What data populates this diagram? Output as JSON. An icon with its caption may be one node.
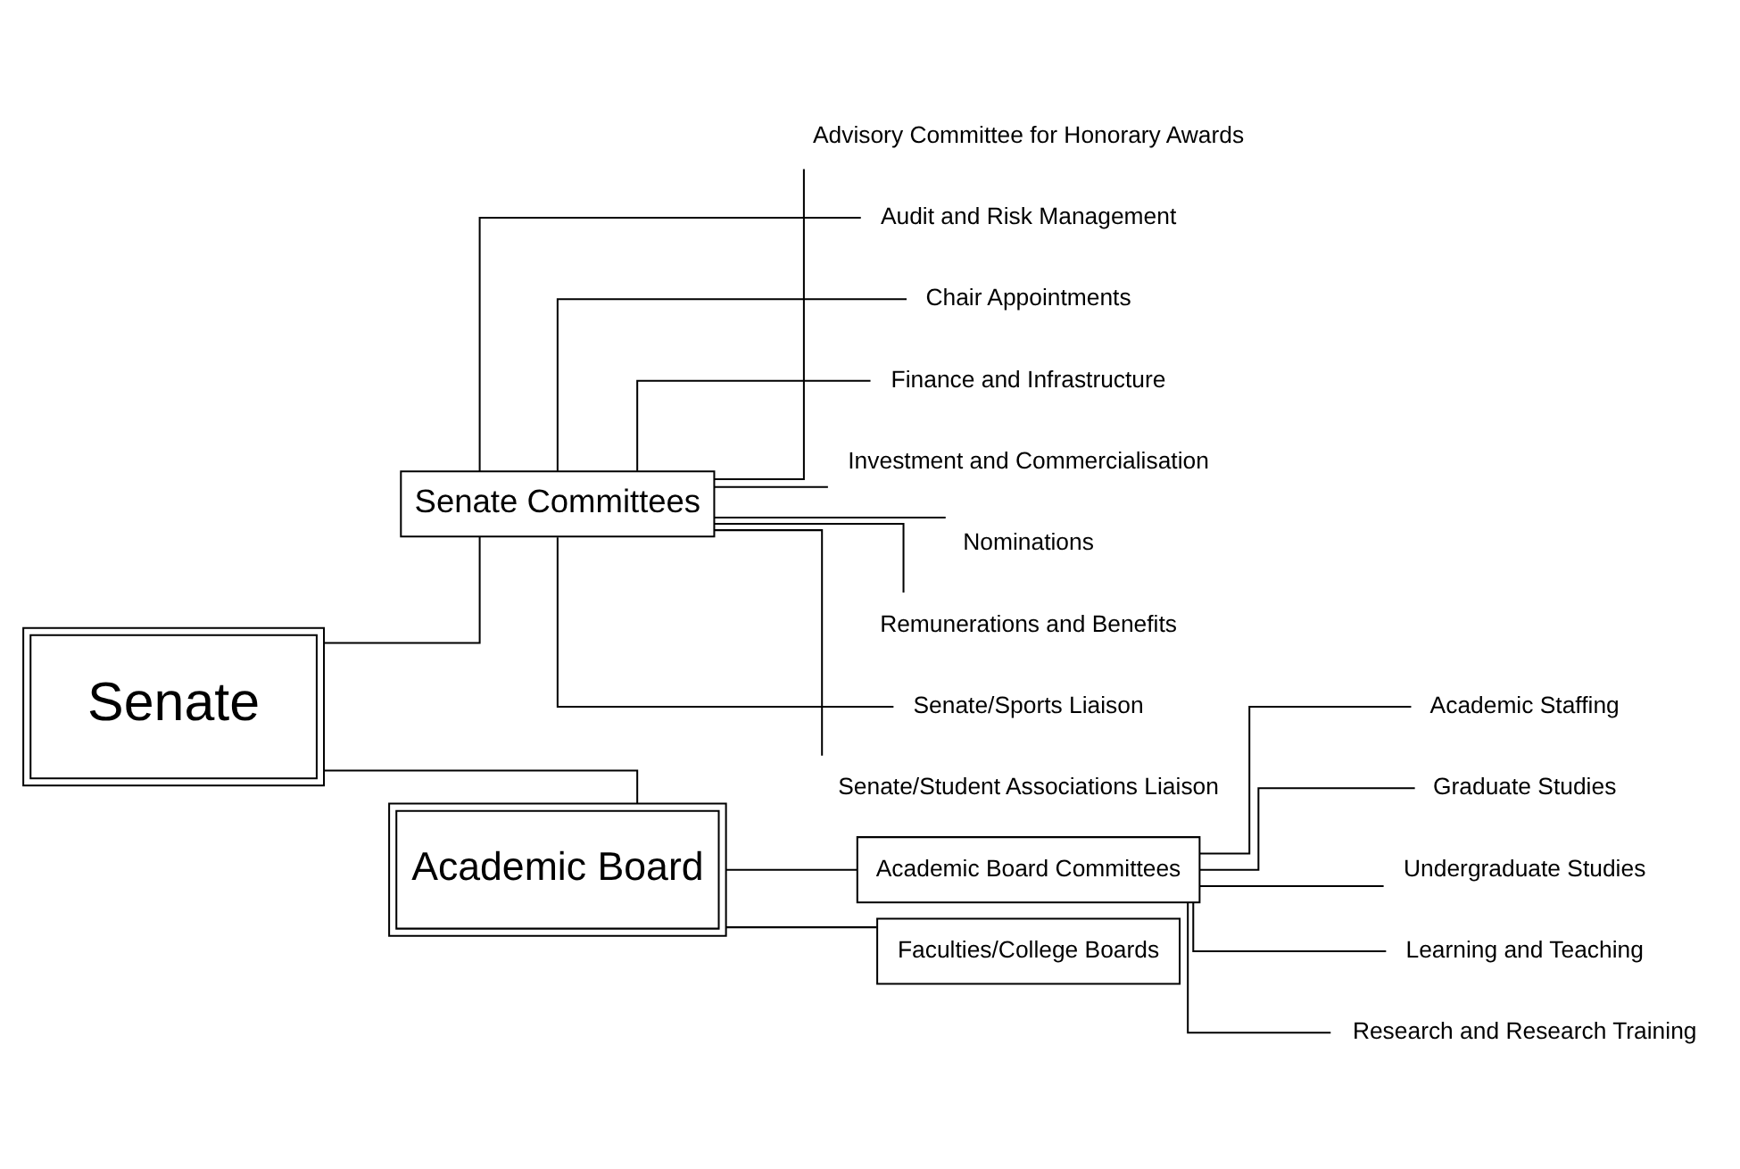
{
  "diagram": {
    "nodes": [
      {
        "text": [
          "Senate"
        ]
      },
      {
        "text": [
          "Senate Committees"
        ]
      },
      {
        "text": [
          "Academic Board"
        ]
      },
      {
        "text": [
          "Academic Board Committees"
        ]
      },
      {
        "text": [
          "Faculties/College Boards"
        ]
      },
      {
        "text": [
          "Academic Staffing"
        ]
      },
      {
        "text": [
          "Graduate Studies"
        ]
      },
      {
        "text": [
          "Undergraduate Studies"
        ]
      },
      {
        "text": [
          "Learning and Teaching"
        ]
      },
      {
        "text": [
          "Research and Research Training"
        ]
      },
      {
        "text": [
          "Advisory Committee for Honorary Awards"
        ]
      },
      {
        "text": [
          "Audit and Risk Management"
        ]
      },
      {
        "text": [
          "Chair Appointments"
        ]
      },
      {
        "text": [
          "Finance and Infrastructure"
        ]
      },
      {
        "text": [
          "Investment and Commercialisation"
        ]
      },
      {
        "text": [
          "Nominations"
        ]
      },
      {
        "text": [
          "Remunerations and Benefits"
        ]
      },
      {
        "text": [
          "Senate/Sports Liaison"
        ]
      },
      {
        "text": [
          "Senate/Student Associations Liaison"
        ]
      }
    ],
    "edges": [
      {
        "from": 0,
        "to": 1,
        "arrow": "none"
      },
      {
        "from": 0,
        "to": 2,
        "arrow": "none"
      },
      {
        "from": 2,
        "to": 3,
        "arrow": "none"
      },
      {
        "from": 2,
        "to": 4,
        "arrow": "none"
      },
      {
        "from": 3,
        "to": 5,
        "arrow": "none"
      },
      {
        "from": 3,
        "to": 6,
        "arrow": "none"
      },
      {
        "from": 3,
        "to": 7,
        "arrow": "none"
      },
      {
        "from": 3,
        "to": 8,
        "arrow": "none"
      },
      {
        "from": 3,
        "to": 9,
        "arrow": "none"
      },
      {
        "from": 1,
        "to": 10,
        "arrow": "none"
      },
      {
        "from": 1,
        "to": 11,
        "arrow": "none"
      },
      {
        "from": 1,
        "to": 12,
        "arrow": "none"
      },
      {
        "from": 1,
        "to": 13,
        "arrow": "none"
      },
      {
        "from": 1,
        "to": 14,
        "arrow": "none"
      },
      {
        "from": 1,
        "to": 15,
        "arrow": "none"
      },
      {
        "from": 1,
        "to": 16,
        "arrow": "none"
      },
      {
        "from": 1,
        "to": 17,
        "arrow": "none"
      },
      {
        "from": 1,
        "to": 18,
        "arrow": "none"
      }
    ]
  }
}
